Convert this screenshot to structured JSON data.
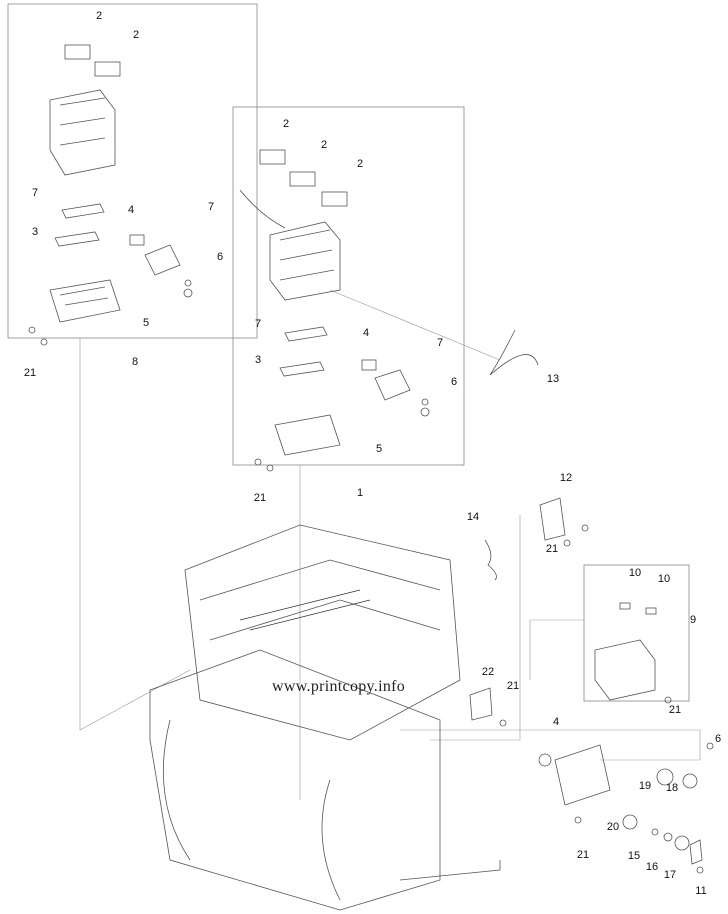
{
  "watermark": "www.printcopy.info",
  "callouts": [
    {
      "id": "a2a",
      "text": "2"
    },
    {
      "id": "a2b",
      "text": "2"
    },
    {
      "id": "a7a",
      "text": "7"
    },
    {
      "id": "a4",
      "text": "4"
    },
    {
      "id": "a7b",
      "text": "7"
    },
    {
      "id": "a3",
      "text": "3"
    },
    {
      "id": "a6",
      "text": "6"
    },
    {
      "id": "a5",
      "text": "5"
    },
    {
      "id": "a21",
      "text": "21"
    },
    {
      "id": "a8",
      "text": "8"
    },
    {
      "id": "b2a",
      "text": "2"
    },
    {
      "id": "b2b",
      "text": "2"
    },
    {
      "id": "b2c",
      "text": "2"
    },
    {
      "id": "b7a",
      "text": "7"
    },
    {
      "id": "b4",
      "text": "4"
    },
    {
      "id": "b7b",
      "text": "7"
    },
    {
      "id": "b3",
      "text": "3"
    },
    {
      "id": "b6",
      "text": "6"
    },
    {
      "id": "b5",
      "text": "5"
    },
    {
      "id": "b21",
      "text": "21"
    },
    {
      "id": "b1",
      "text": "1"
    },
    {
      "id": "c13",
      "text": "13"
    },
    {
      "id": "c12",
      "text": "12"
    },
    {
      "id": "c14",
      "text": "14"
    },
    {
      "id": "c21a",
      "text": "21"
    },
    {
      "id": "c10a",
      "text": "10"
    },
    {
      "id": "c10b",
      "text": "10"
    },
    {
      "id": "c9",
      "text": "9"
    },
    {
      "id": "c22",
      "text": "22"
    },
    {
      "id": "c21b",
      "text": "21"
    },
    {
      "id": "c21c",
      "text": "21"
    },
    {
      "id": "c4",
      "text": "4"
    },
    {
      "id": "c6",
      "text": "6"
    },
    {
      "id": "c19",
      "text": "19"
    },
    {
      "id": "c18",
      "text": "18"
    },
    {
      "id": "c20",
      "text": "20"
    },
    {
      "id": "c21d",
      "text": "21"
    },
    {
      "id": "c15",
      "text": "15"
    },
    {
      "id": "c16",
      "text": "16"
    },
    {
      "id": "c17",
      "text": "17"
    },
    {
      "id": "c11",
      "text": "11"
    }
  ]
}
